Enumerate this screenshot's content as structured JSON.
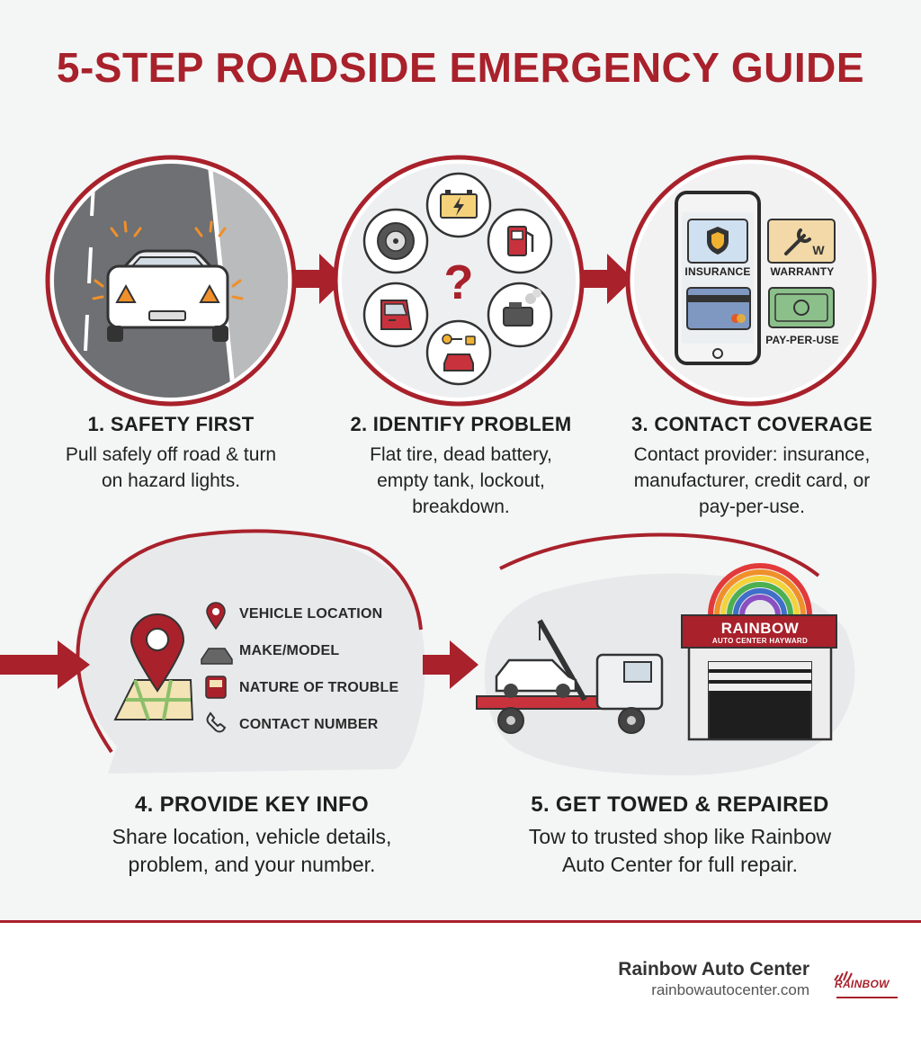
{
  "title": "5-STEP ROADSIDE EMERGENCY GUIDE",
  "steps": [
    {
      "title": "1. SAFETY FIRST",
      "desc": "Pull safely off road & turn on hazard lights."
    },
    {
      "title": "2. IDENTIFY PROBLEM",
      "desc": "Flat tire, dead battery, empty tank, lockout, breakdown."
    },
    {
      "title": "3. CONTACT COVERAGE",
      "desc": "Contact provider: insurance, manufacturer, credit card, or pay-per-use."
    },
    {
      "title": "4. PROVIDE KEY INFO",
      "desc": "Share location, vehicle details, problem, and your number."
    },
    {
      "title": "5. GET TOWED & REPAIRED",
      "desc": "Tow to trusted shop like Rainbow Auto Center for full repair."
    }
  ],
  "coverage_options": [
    "INSURANCE",
    "WARRANTY",
    "PAY-PER-USE"
  ],
  "key_info_items": [
    "VEHICLE LOCATION",
    "MAKE/MODEL",
    "NATURE OF TROUBLE",
    "CONTACT NUMBER"
  ],
  "problem_center_symbol": "?",
  "warranty_letter": "W",
  "shop_sign": {
    "name": "RAINBOW",
    "subtitle": "AUTO CENTER HAYWARD"
  },
  "footer": {
    "brand": "Rainbow Auto Center",
    "url": "rainbowautocenter.com",
    "logo_text": "RAINBOW"
  },
  "colors": {
    "accent": "#a8212b",
    "background": "#f4f5f5",
    "text": "#222222"
  },
  "icons": [
    "hazard-car-icon",
    "battery-icon",
    "fuel-pump-icon",
    "tire-icon",
    "question-icon",
    "car-door-icon",
    "engine-icon",
    "key-lock-icon",
    "shield-icon",
    "wrench-icon",
    "credit-card-icon",
    "cash-icon",
    "map-pin-icon",
    "car-icon",
    "obd-icon",
    "phone-icon",
    "tow-truck-icon",
    "garage-icon",
    "rainbow-icon"
  ]
}
